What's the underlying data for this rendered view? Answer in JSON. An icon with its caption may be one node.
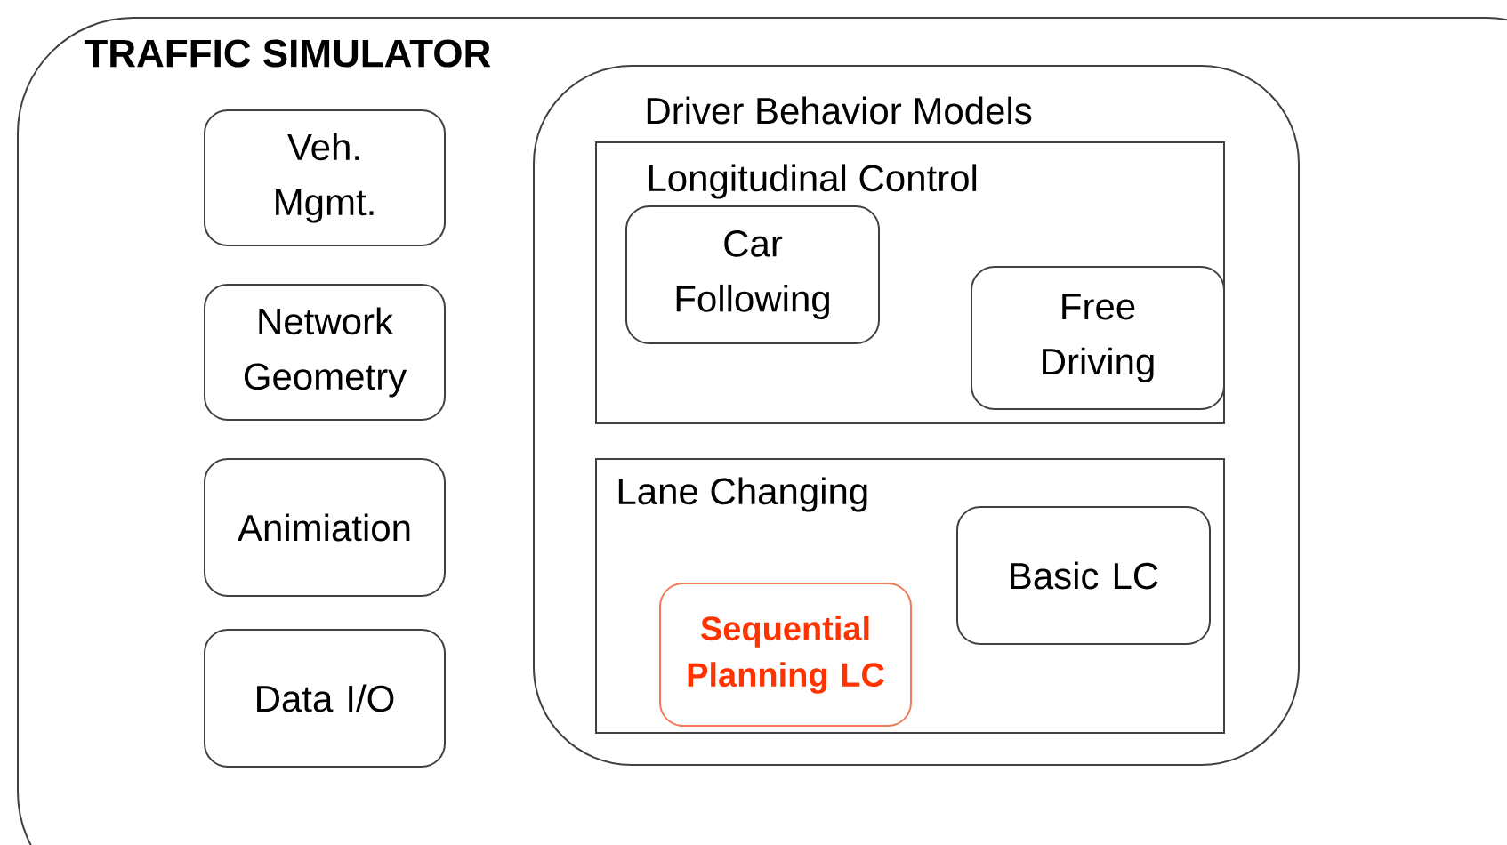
{
  "diagram": {
    "nodes": [
      {
        "text": [
          "TRAFFIC SIMULATOR"
        ]
      },
      {
        "text": [
          "Veh. Mgmt."
        ],
        "in": 0
      },
      {
        "text": [
          "Network Geometry"
        ],
        "in": 0
      },
      {
        "text": [
          "Animiation"
        ],
        "in": 0
      },
      {
        "text": [
          "Data I/O"
        ],
        "in": 0
      },
      {
        "text": [
          "Driver Behavior Models"
        ],
        "in": 0
      },
      {
        "text": [
          "Longitudinal Control"
        ],
        "in": 5
      },
      {
        "text": [
          "Car Following"
        ],
        "in": 6
      },
      {
        "text": [
          "Free Driving"
        ],
        "in": 6
      },
      {
        "text": [
          "Lane Changing"
        ],
        "in": 5
      },
      {
        "text": [
          "Basic LC"
        ],
        "in": 9
      },
      {
        "text": [
          "Sequential Planning LC"
        ],
        "in": 9
      }
    ]
  }
}
